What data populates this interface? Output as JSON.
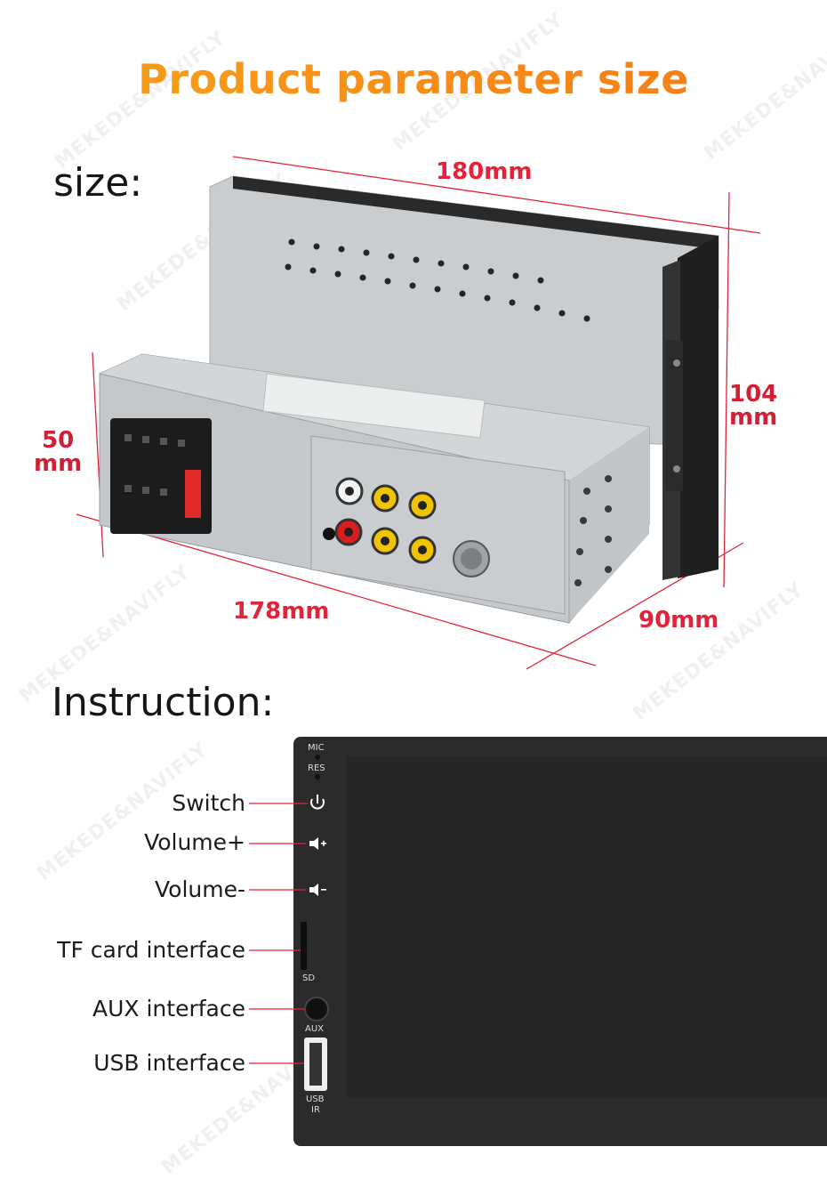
{
  "title": "Product parameter size",
  "size_label": "size:",
  "instruction_label": "Instruction:",
  "dimensions": {
    "width_top": "180mm",
    "height_right_value": "104",
    "height_right_unit": "mm",
    "height_left_value": "50",
    "height_left_unit": "mm",
    "width_bottom": "178mm",
    "depth": "90mm"
  },
  "callouts": {
    "switch": "Switch",
    "volume_up": "Volume+",
    "volume_down": "Volume-",
    "tf_card": "TF card interface",
    "aux": "AUX interface",
    "usb": "USB interface"
  },
  "panel_labels": {
    "mic": "MIC",
    "res": "RES",
    "sd": "SD",
    "aux": "AUX",
    "usb": "USB",
    "ir": "IR"
  },
  "watermark": "MEKEDE&NAVIFLY",
  "colors": {
    "title_start": "#f7a21b",
    "title_end": "#f47a17",
    "dimension_red": "#e3233a",
    "callout_line": "#e3233a",
    "panel": "#2a2a2a"
  }
}
